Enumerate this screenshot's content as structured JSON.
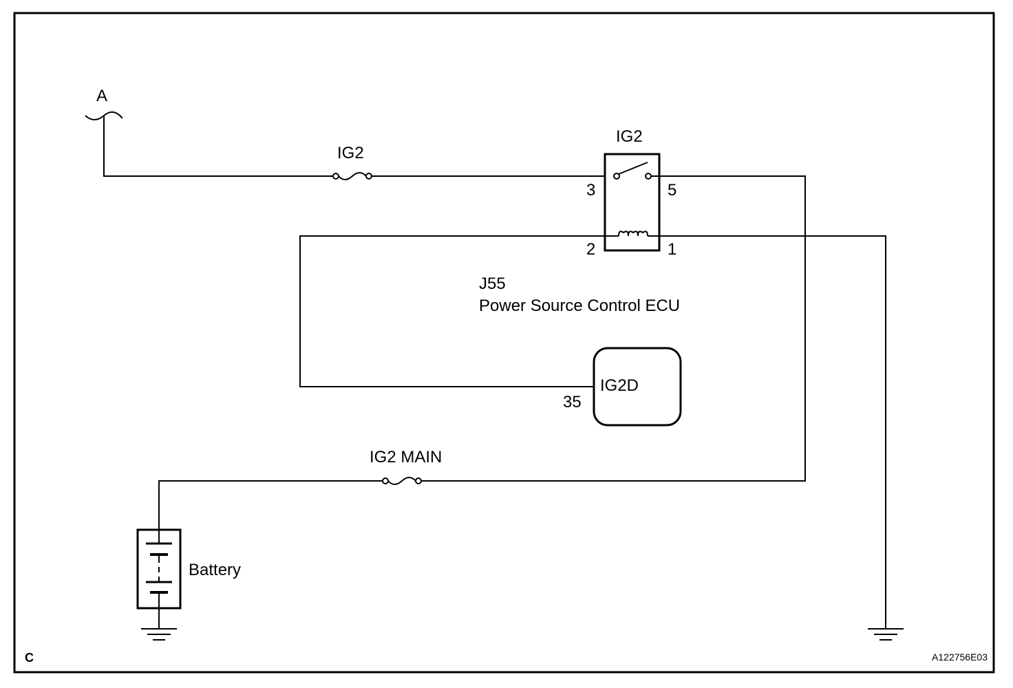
{
  "labels": {
    "connector_a": "A",
    "fuse_ig2": "IG2",
    "relay_ig2": "IG2",
    "relay_pin_3": "3",
    "relay_pin_5": "5",
    "relay_pin_2": "2",
    "relay_pin_1": "1",
    "ecu_id": "J55",
    "ecu_name": "Power Source Control ECU",
    "ecu_terminal": "IG2D",
    "ecu_pin": "35",
    "fuse_ig2_main": "IG2 MAIN",
    "battery": "Battery",
    "corner_code": "C",
    "figure_id": "A122756E03"
  }
}
